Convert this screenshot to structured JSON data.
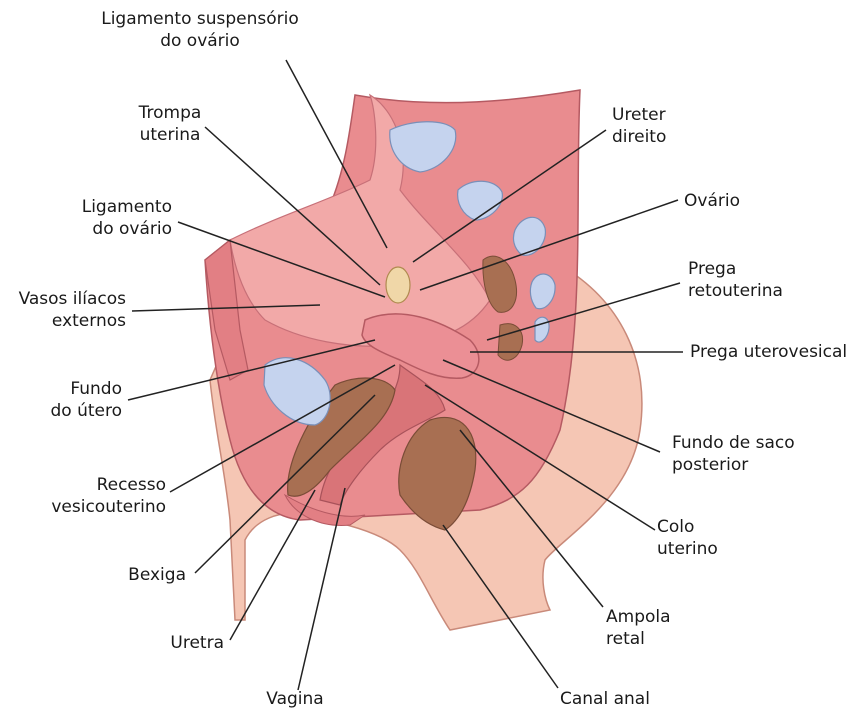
{
  "colors": {
    "skin": "#f5c6b4",
    "tissue": "#e98c8f",
    "tissue_light": "#f2a9a8",
    "peritoneum": "#e27f84",
    "uterus": "#eb8f95",
    "rectum": "#a86f52",
    "vessel": "#c5d3ee",
    "leader": "#222222"
  },
  "labels": {
    "ligamento_suspensorio": [
      "Ligamento suspensório",
      "do ovário"
    ],
    "trompa": [
      "Trompa",
      "uterina"
    ],
    "ligamento_ovario": [
      "Ligamento",
      "do ovário"
    ],
    "vasos": [
      "Vasos ilíacos",
      "externos"
    ],
    "fundo_utero": [
      "Fundo",
      "do útero"
    ],
    "recesso": [
      "Recesso",
      "vesicouterino"
    ],
    "bexiga": [
      "Bexiga"
    ],
    "uretra": [
      "Uretra"
    ],
    "vagina": [
      "Vagina"
    ],
    "ureter": [
      "Ureter",
      "direito"
    ],
    "ovario": [
      "Ovário"
    ],
    "prega_retouterina": [
      "Prega",
      "retouterina"
    ],
    "prega_uterovesical": [
      "Prega uterovesical"
    ],
    "fundo_saco": [
      "Fundo de saco",
      "posterior"
    ],
    "colo": [
      "Colo",
      "uterino"
    ],
    "ampola": [
      "Ampola",
      "retal"
    ],
    "canal_anal": [
      "Canal anal"
    ]
  }
}
